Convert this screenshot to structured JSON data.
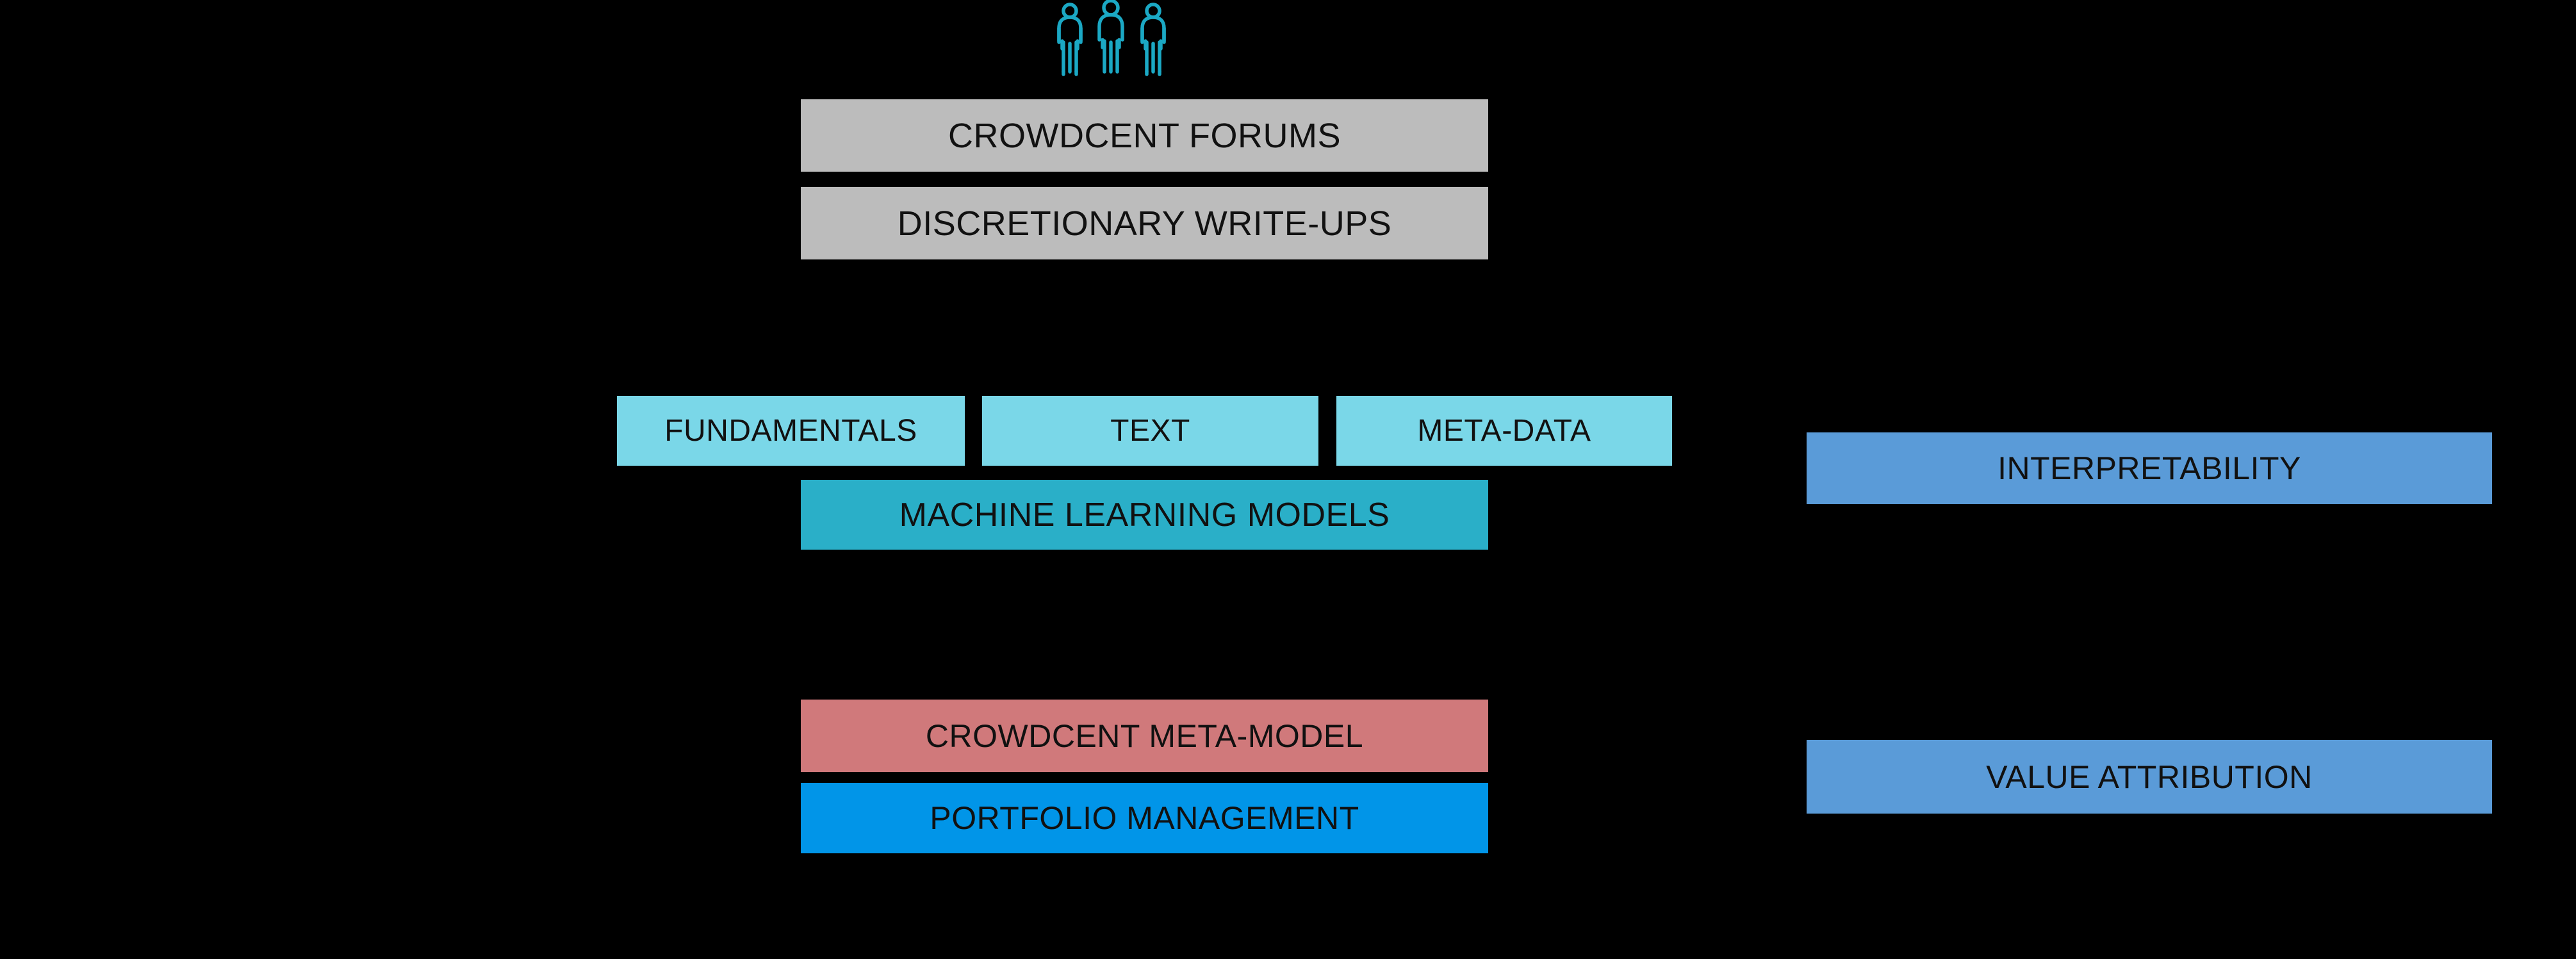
{
  "diagram": {
    "background_color": "#000000",
    "icons": [
      {
        "name": "people-group-icon",
        "label": "three-people",
        "color": "#1ba8c4",
        "count": 3
      }
    ],
    "tiers": [
      {
        "id": "crowd-inputs",
        "color": "#bcbcbc",
        "boxes": [
          {
            "id": "crowdcent-forums",
            "label": "CROWDCENT FORUMS"
          },
          {
            "id": "discretionary-writeups",
            "label": "DISCRETIONARY WRITE-UPS"
          }
        ]
      },
      {
        "id": "data-inputs",
        "color": "#7ad7e8",
        "boxes": [
          {
            "id": "fundamentals",
            "label": "FUNDAMENTALS"
          },
          {
            "id": "text",
            "label": "TEXT"
          },
          {
            "id": "meta-data",
            "label": "META-DATA"
          }
        ]
      },
      {
        "id": "models",
        "color": "#2aafc8",
        "boxes": [
          {
            "id": "machine-learning-models",
            "label": "MACHINE LEARNING MODELS"
          }
        ]
      },
      {
        "id": "meta-model",
        "boxes": [
          {
            "id": "crowdcent-meta-model",
            "label": "CROWDCENT META-MODEL",
            "color": "#d0797b"
          },
          {
            "id": "portfolio-management",
            "label": "PORTFOLIO MANAGEMENT",
            "color": "#0195e8"
          }
        ]
      },
      {
        "id": "outputs",
        "color": "#5a9bd8",
        "boxes": [
          {
            "id": "interpretability",
            "label": "INTERPRETABILITY"
          },
          {
            "id": "value-attribution",
            "label": "VALUE ATTRIBUTION"
          }
        ]
      }
    ]
  }
}
